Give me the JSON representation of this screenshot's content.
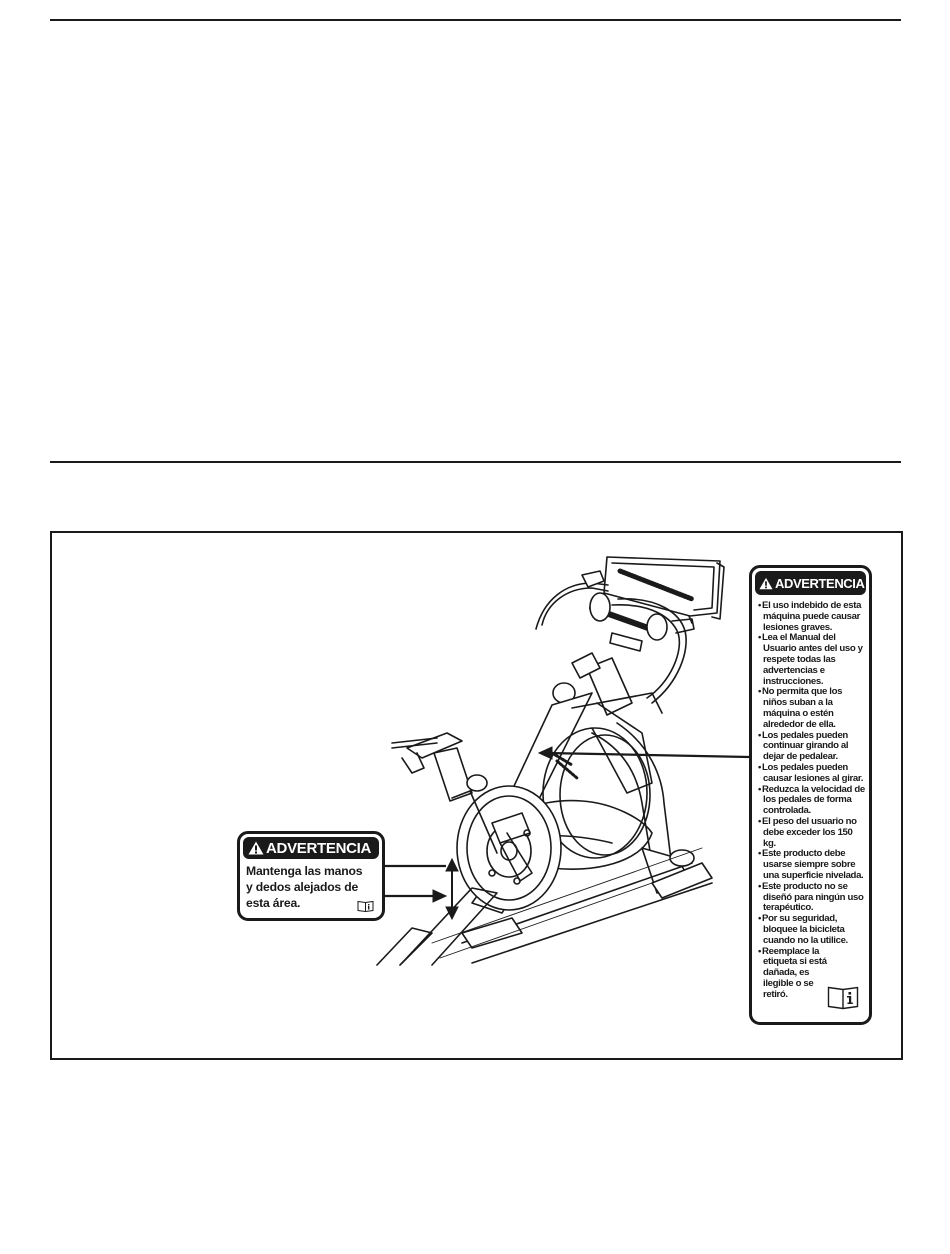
{
  "small_label": {
    "header": "ADVERTENCIA",
    "body_lines": [
      "Mantenga las manos",
      "y dedos alejados de",
      "esta área."
    ]
  },
  "big_label": {
    "header": "ADVERTENCIA",
    "items": [
      "El uso indebido de esta máquina puede causar lesiones graves.",
      "Lea el Manual del Usuario antes del uso y respete todas las advertencias e instrucciones.",
      "No permita que los niños suban a la máquina o estén alrededor de ella.",
      "Los pedales pueden continuar girando al dejar de pedalear.",
      "Los pedales pueden causar lesiones al girar.",
      "Reduzca la velocidad de los pedales de forma controlada.",
      "El peso del usuario no debe exceder los 150 kg.",
      "Este producto debe usarse siempre sobre una superficie nivelada.",
      "Este producto no se diseñó para ningún uso terapéutico.",
      "Por su seguridad, bloquee la bicicleta cuando no la utilice.",
      "Reemplace la etiqueta si está dañada, es ilegible o se retiró."
    ]
  },
  "icons": {
    "warning": "warning-triangle-icon",
    "manual": "manual-book-icon"
  },
  "colors": {
    "ink": "#1a1a1a",
    "paper": "#ffffff"
  }
}
